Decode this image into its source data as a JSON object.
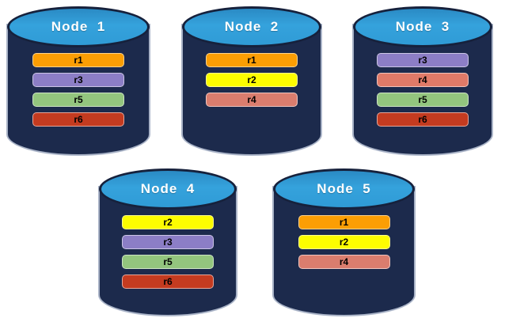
{
  "diagram": {
    "type": "database-replication-diagram",
    "description_colors": {
      "cylinder_body": "#1C2A4C",
      "cylinder_top_blue": "#2F9BD6",
      "cylinder_outline": "#16213C",
      "cylinder_side_highlight": "#A9B3C7",
      "replica_r1": "#FB9E04",
      "replica_r2": "#FDFD00",
      "replica_r3": "#8C7EC6",
      "replica_r4": "#DA7D6E",
      "replica_r5": "#93C57E",
      "replica_r6": "#C43B20"
    }
  },
  "nodes": [
    {
      "title": "Node  1",
      "replicas": [
        {
          "label": "r1",
          "color": "#FB9E04"
        },
        {
          "label": "r3",
          "color": "#8C7EC6"
        },
        {
          "label": "r5",
          "color": "#93C57E"
        },
        {
          "label": "r6",
          "color": "#C43B20"
        }
      ]
    },
    {
      "title": "Node  2",
      "replicas": [
        {
          "label": "r1",
          "color": "#FB9E04"
        },
        {
          "label": "r2",
          "color": "#FDFD00"
        },
        {
          "label": "r4",
          "color": "#DA7D6E"
        }
      ]
    },
    {
      "title": "Node  3",
      "replicas": [
        {
          "label": "r3",
          "color": "#8C7EC6"
        },
        {
          "label": "r4",
          "color": "#E07A68"
        },
        {
          "label": "r5",
          "color": "#93C57E"
        },
        {
          "label": "r6",
          "color": "#C43B20"
        }
      ]
    },
    {
      "title": "Node  4",
      "replicas": [
        {
          "label": "r2",
          "color": "#FDFD00"
        },
        {
          "label": "r3",
          "color": "#8C7EC6"
        },
        {
          "label": "r5",
          "color": "#93C57E"
        },
        {
          "label": "r6",
          "color": "#C43B20"
        }
      ]
    },
    {
      "title": "Node  5",
      "replicas": [
        {
          "label": "r1",
          "color": "#FB9E04"
        },
        {
          "label": "r2",
          "color": "#FDFD00"
        },
        {
          "label": "r4",
          "color": "#DA7D6E"
        }
      ]
    }
  ]
}
